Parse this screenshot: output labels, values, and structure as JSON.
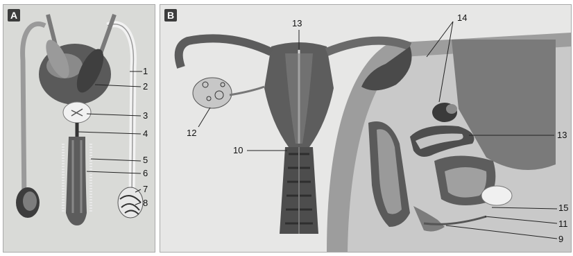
{
  "panels": {
    "a": {
      "badge": "A",
      "labels": [
        "1",
        "2",
        "3",
        "4",
        "5",
        "6",
        "7",
        "8"
      ]
    },
    "b": {
      "badge": "B",
      "labels": [
        "13",
        "14",
        "12",
        "10",
        "13",
        "15",
        "11",
        "9"
      ]
    }
  },
  "colors": {
    "tissue_dark": "#4a4a4a",
    "tissue_mid": "#8c8c8c",
    "tissue_light": "#bdbdbd",
    "panel_a_bg": "#d9dad7",
    "panel_b_bg": "#e7e7e6"
  }
}
